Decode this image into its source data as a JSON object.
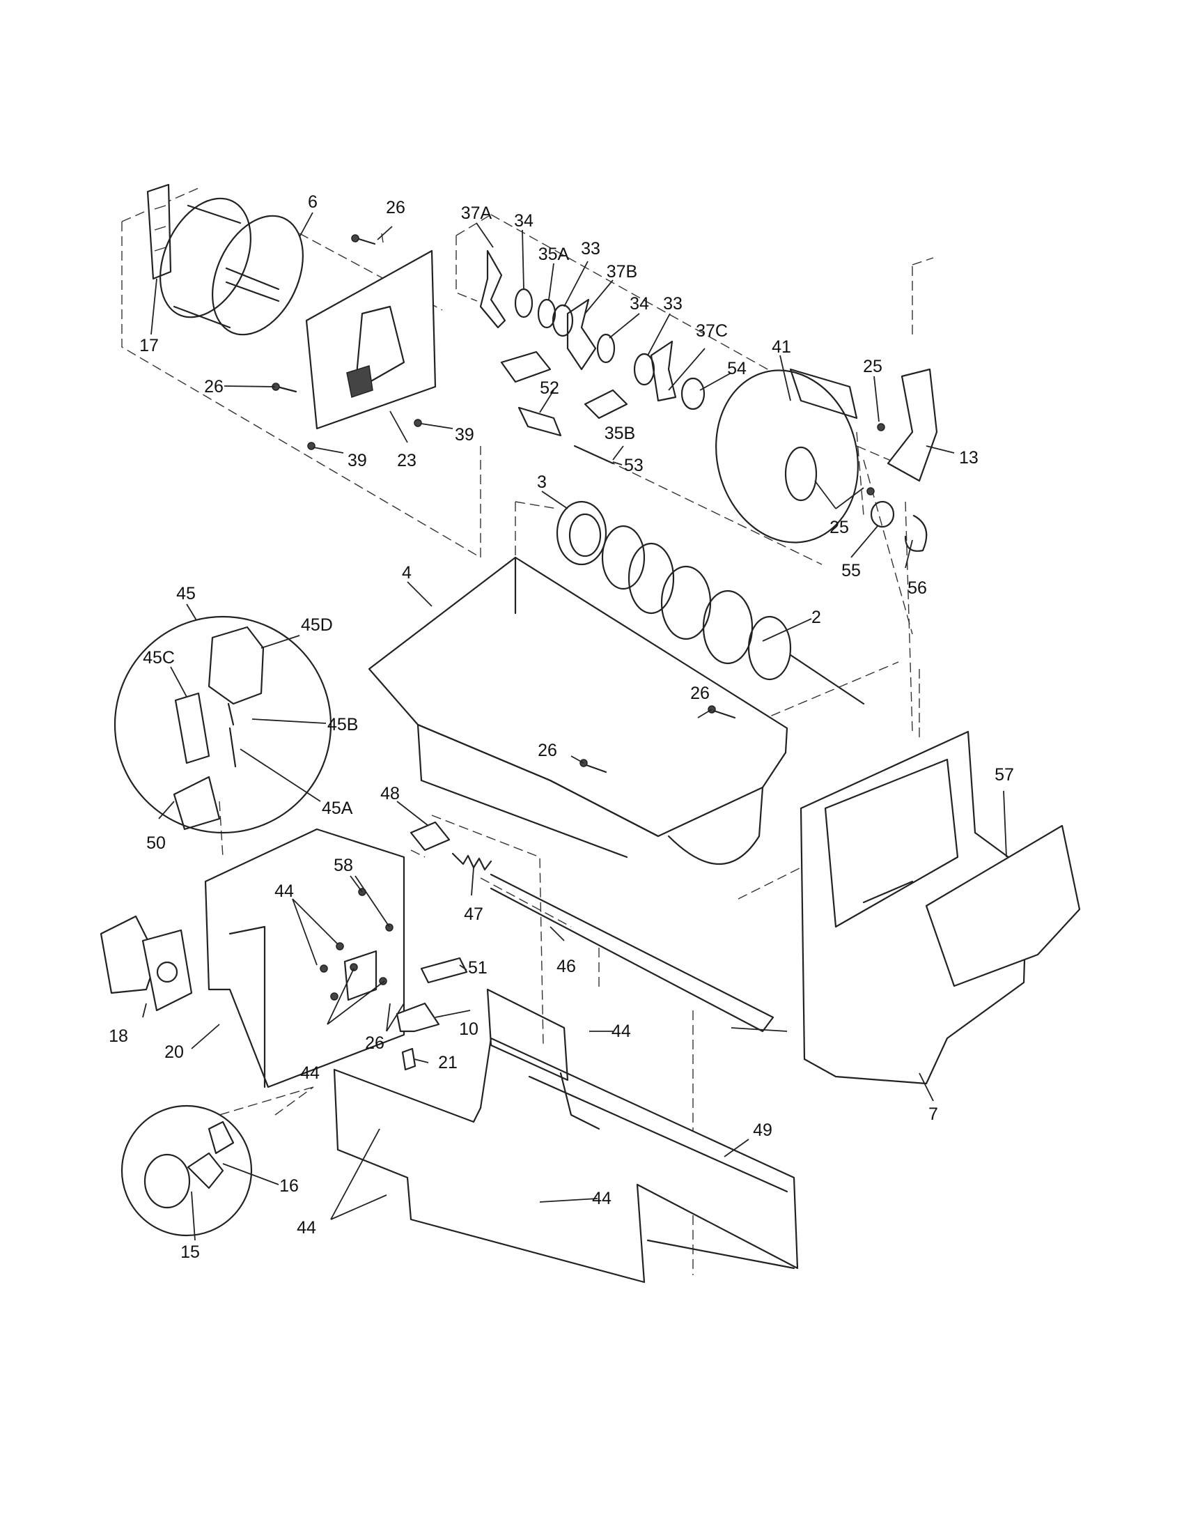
{
  "diagram": {
    "callouts": [
      {
        "id": "6",
        "text": "6"
      },
      {
        "id": "26",
        "text": "26"
      },
      {
        "id": "37A",
        "text": "37A"
      },
      {
        "id": "34",
        "text": "34"
      },
      {
        "id": "35A",
        "text": "35A"
      },
      {
        "id": "33",
        "text": "33"
      },
      {
        "id": "37B",
        "text": "37B"
      },
      {
        "id": "37C",
        "text": "37C"
      },
      {
        "id": "41",
        "text": "41"
      },
      {
        "id": "25",
        "text": "25"
      },
      {
        "id": "54",
        "text": "54"
      },
      {
        "id": "13",
        "text": "13"
      },
      {
        "id": "17",
        "text": "17"
      },
      {
        "id": "39",
        "text": "39"
      },
      {
        "id": "23",
        "text": "23"
      },
      {
        "id": "52",
        "text": "52"
      },
      {
        "id": "35B",
        "text": "35B"
      },
      {
        "id": "53",
        "text": "53"
      },
      {
        "id": "3",
        "text": "3"
      },
      {
        "id": "55",
        "text": "55"
      },
      {
        "id": "56",
        "text": "56"
      },
      {
        "id": "4",
        "text": "4"
      },
      {
        "id": "2",
        "text": "2"
      },
      {
        "id": "45",
        "text": "45"
      },
      {
        "id": "45D",
        "text": "45D"
      },
      {
        "id": "45C",
        "text": "45C"
      },
      {
        "id": "45B",
        "text": "45B"
      },
      {
        "id": "45A",
        "text": "45A"
      },
      {
        "id": "50",
        "text": "50"
      },
      {
        "id": "48",
        "text": "48"
      },
      {
        "id": "47",
        "text": "47"
      },
      {
        "id": "57",
        "text": "57"
      },
      {
        "id": "58",
        "text": "58"
      },
      {
        "id": "44",
        "text": "44"
      },
      {
        "id": "51",
        "text": "51"
      },
      {
        "id": "46",
        "text": "46"
      },
      {
        "id": "10",
        "text": "10"
      },
      {
        "id": "18",
        "text": "18"
      },
      {
        "id": "20",
        "text": "20"
      },
      {
        "id": "21",
        "text": "21"
      },
      {
        "id": "7",
        "text": "7"
      },
      {
        "id": "49",
        "text": "49"
      },
      {
        "id": "16",
        "text": "16"
      },
      {
        "id": "15",
        "text": "15"
      }
    ]
  }
}
